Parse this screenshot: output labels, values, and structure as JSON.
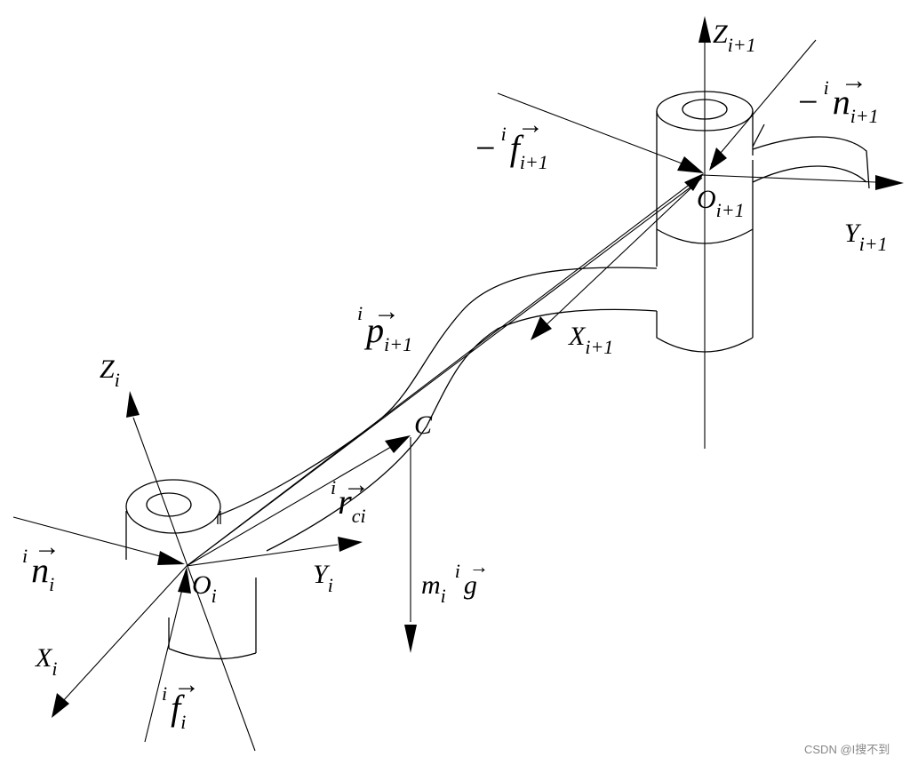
{
  "labels": {
    "z_i": {
      "main": "Z",
      "sub": "i"
    },
    "z_i1": {
      "main": "Z",
      "sub": "i+1"
    },
    "x_i": {
      "main": "X",
      "sub": "i"
    },
    "x_i1": {
      "main": "X",
      "sub": "i+1"
    },
    "y_i": {
      "main": "Y",
      "sub": "i"
    },
    "y_i1": {
      "main": "Y",
      "sub": "i+1"
    },
    "o_i": {
      "main": "O",
      "sub": "i"
    },
    "o_i1": {
      "main": "O",
      "sub": "i+1"
    },
    "n_i": {
      "sup": "i",
      "main": "n",
      "sub": "i",
      "vec": "→"
    },
    "n_i1": {
      "prefix": "−",
      "sup": "i",
      "main": "n",
      "sub": "i+1",
      "vec": "→"
    },
    "f_i": {
      "sup": "i",
      "main": "f",
      "sub": "i",
      "vec": "→"
    },
    "f_i1": {
      "prefix": "−",
      "sup": "i",
      "main": "f",
      "sub": "i+1",
      "vec": "→"
    },
    "p_i1": {
      "sup": "i",
      "main": "p",
      "sub": "i+1",
      "vec": "→"
    },
    "r_ci": {
      "sup": "i",
      "main": "r",
      "sub": "ci",
      "vec": "→"
    },
    "c": "C",
    "gravity": {
      "mass": "m",
      "mass_sub": "i",
      "sup": "i",
      "main": "g",
      "vec": "→"
    }
  },
  "watermark": "CSDN @I搜不到"
}
